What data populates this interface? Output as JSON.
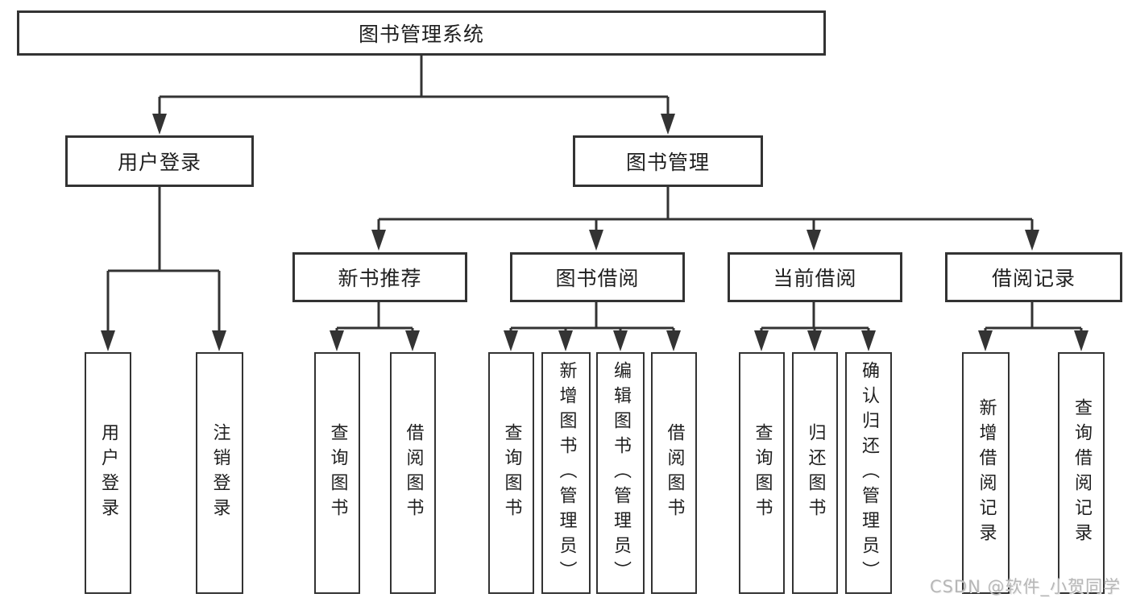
{
  "nodes": {
    "root": {
      "label": "图书管理系统"
    },
    "user_login": {
      "label": "用户登录"
    },
    "book_mgmt": {
      "label": "图书管理"
    },
    "new_book_rec": {
      "label": "新书推荐"
    },
    "book_borrow": {
      "label": "图书借阅"
    },
    "current_borrow": {
      "label": "当前借阅"
    },
    "borrow_record": {
      "label": "借阅记录"
    },
    "leaf_user_login": {
      "label": "用户登录"
    },
    "leaf_logout": {
      "label": "注销登录"
    },
    "leaf_query_book_rec": {
      "label": "查询图书"
    },
    "leaf_borrow_book_rec": {
      "label": "借阅图书"
    },
    "leaf_query_book_borrow": {
      "label": "查询图书"
    },
    "leaf_add_book_admin": {
      "label": "新增图书（管理员）"
    },
    "leaf_edit_book_admin": {
      "label": "编辑图书（管理员）"
    },
    "leaf_borrow_book_borrow": {
      "label": "借阅图书"
    },
    "leaf_query_book_current": {
      "label": "查询图书"
    },
    "leaf_return_book": {
      "label": "归还图书"
    },
    "leaf_confirm_return_admin": {
      "label": "确认归还（管理员）"
    },
    "leaf_add_borrow_record": {
      "label": "新增借阅记录"
    },
    "leaf_query_borrow_record": {
      "label": "查询借阅记录"
    }
  },
  "hierarchy": {
    "图书管理系统": {
      "用户登录": [
        "用户登录",
        "注销登录"
      ],
      "图书管理": {
        "新书推荐": [
          "查询图书",
          "借阅图书"
        ],
        "图书借阅": [
          "查询图书",
          "新增图书（管理员）",
          "编辑图书（管理员）",
          "借阅图书"
        ],
        "当前借阅": [
          "查询图书",
          "归还图书",
          "确认归还（管理员）"
        ],
        "借阅记录": [
          "新增借阅记录",
          "查询借阅记录"
        ]
      }
    }
  },
  "watermark": {
    "text": "CSDN @软件_小贺同学"
  },
  "colors": {
    "line": "#333333",
    "box_border": "#333333",
    "text": "#1f1f1f",
    "watermark": "#b7b7b7",
    "background": "#ffffff"
  }
}
